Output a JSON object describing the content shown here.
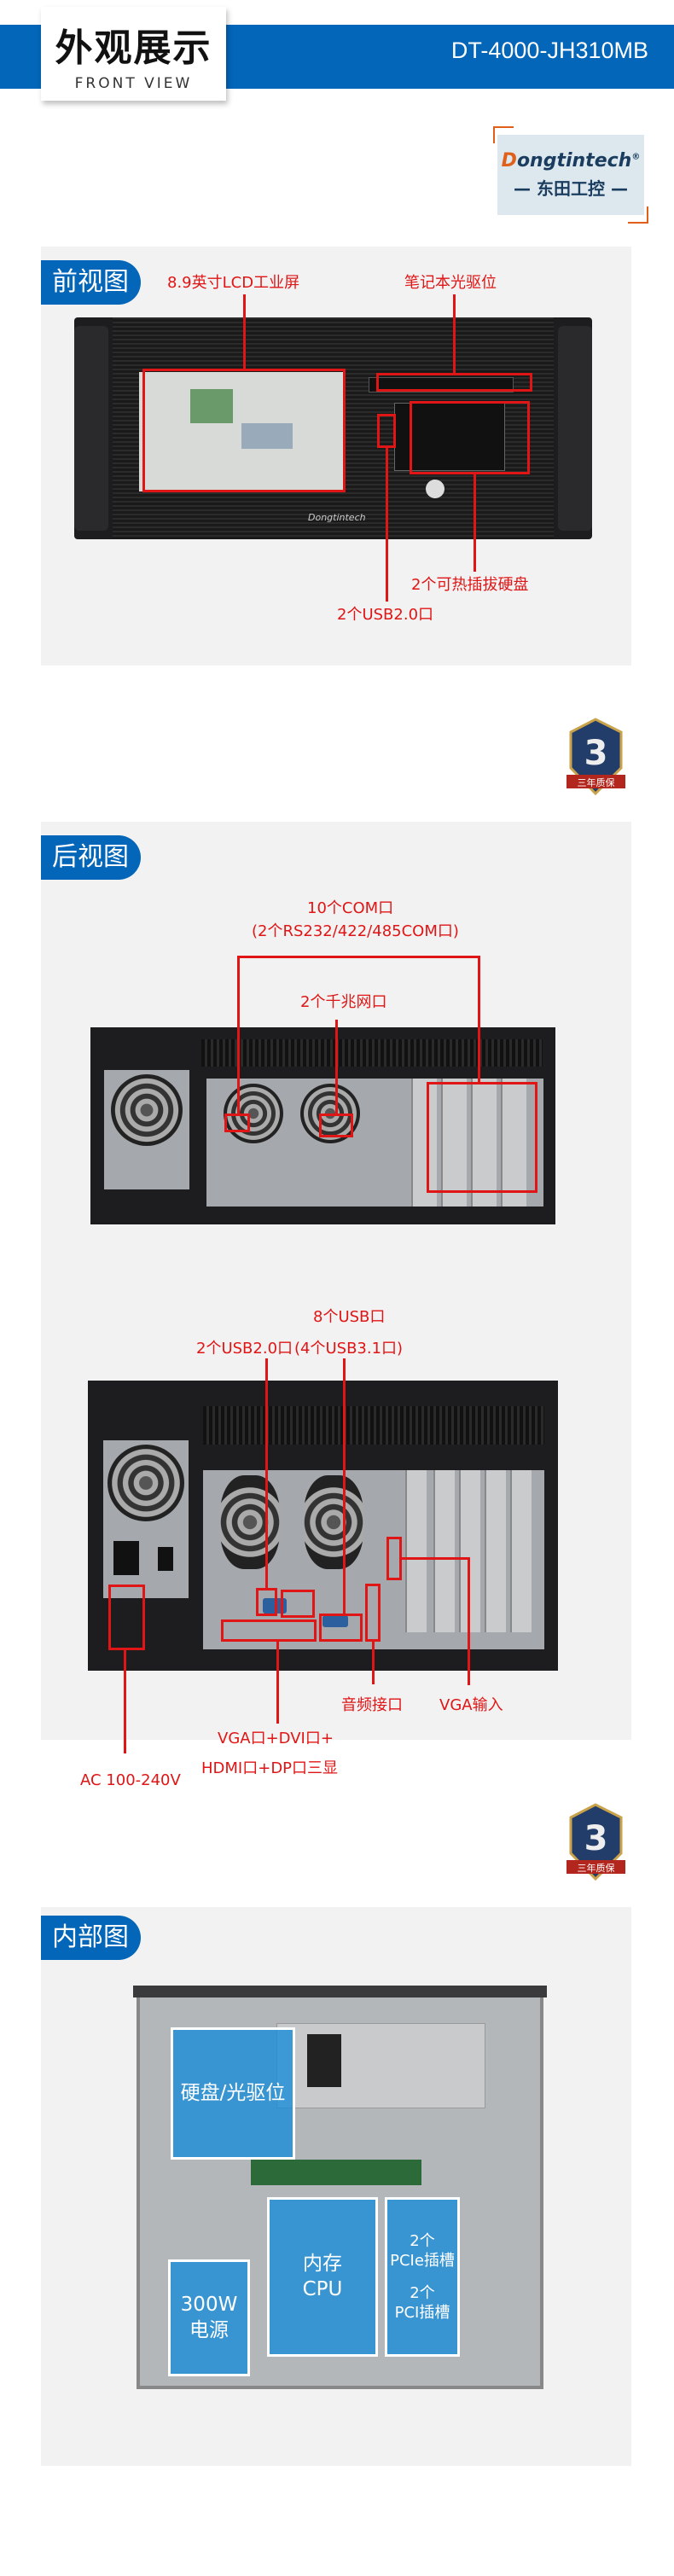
{
  "header": {
    "title": "外观展示",
    "subtitle": "FRONT VIEW",
    "model": "DT-4000-JH310MB",
    "accent": "#0366b8"
  },
  "logo": {
    "en_first": "D",
    "en_rest": "ongtintech",
    "cn": "— 东田工控 —",
    "mark": "®"
  },
  "front": {
    "tab": "前视图",
    "labels": {
      "lcd": "8.9英寸LCD工业屏",
      "optical": "笔记本光驱位",
      "hdd": "2个可热插拔硬盘",
      "usb": "2个USB2.0口"
    },
    "screen_brand": "Dongtintech"
  },
  "warranty": {
    "text": "三年质保",
    "number": "3"
  },
  "rear": {
    "tab": "后视图",
    "view1": {
      "com": "10个COM口",
      "com_detail": "(2个RS232/422/485COM口)",
      "lan": "2个千兆网口"
    },
    "view2": {
      "usb_total": "8个USB口",
      "usb2": "2个USB2.0口",
      "usb3": "(4个USB3.1口)",
      "audio": "音频接口",
      "vga_in": "VGA输入",
      "display1": "VGA口+DVI口+",
      "display2": "HDMI口+DP口三显",
      "power": "AC 100-240V"
    }
  },
  "internal": {
    "tab": "内部图",
    "drive": "硬盘/光驱位",
    "psu1": "300W",
    "psu2": "电源",
    "cpu1": "内存",
    "cpu2": "CPU",
    "pcie1": "2个",
    "pcie2": "PCIe插槽",
    "pci1": "2个",
    "pci2": "PCI插槽"
  },
  "colors": {
    "label_red": "#e01515",
    "panel_gray": "#f2f2f2"
  }
}
